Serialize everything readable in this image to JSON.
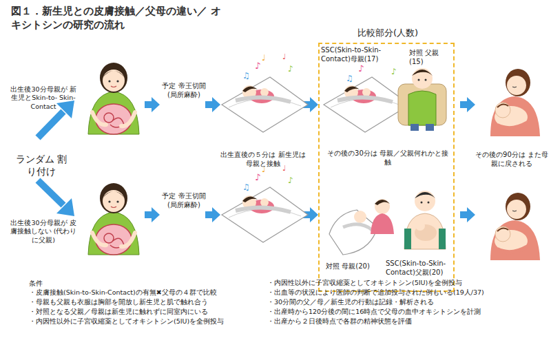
{
  "diagram": {
    "title": "図１．新生児との皮膚接触／父母の違い／ オキシトシンの研究の流れ",
    "nodes": [
      {
        "text": [
          "比較部分(人数)",
          "その後の30分は 母親／父親何れかと接触"
        ]
      }
    ],
    "labels": [
      "出生後30分母親が 新生児とSkin-to- Skin-Contact",
      "ランダム 割り付け",
      "出生後30分母親が 皮膚接触しない (代わりに父親)",
      "予定 帝王切開 (局所麻酔)",
      "予定 帝王切開 (局所麻酔)",
      "出生直後の５分は 新生児は母親と接触",
      "SSC(Skin-to-Skin- Contact)母親(17)",
      "対照 父親(15)",
      "対照 母親(20)",
      "SSC(Skin-to-Skin- Contact)父親(20)",
      "その後の90分は また母親に戻される",
      "条件",
      "・皮膚接触(Skin-to-Skin-Contact)の有無✖父母の４群で比較",
      "・母親も父親も衣服は胸部を開放し新生児と肌で触れ合う",
      "・対照となる父親／母親は新生児に触れずに同室内にいる",
      "・内因性以外に子宮収縮薬としてオキシトシン(5IU)を全例投与",
      "・内因性以外に子宮収縮薬としてオキシトシン(5IU)を全例投与",
      "・出血等の状況により医師の判断で追加投与された例もいる(19人/37)",
      "・30分間の父／母／新生児の行動は記録・解析される",
      "・出産時から120分後の間に16時点で父母の血中オキシトシンを計測",
      "・出産から２日後時点で各群の精神状態を評価"
    ]
  }
}
